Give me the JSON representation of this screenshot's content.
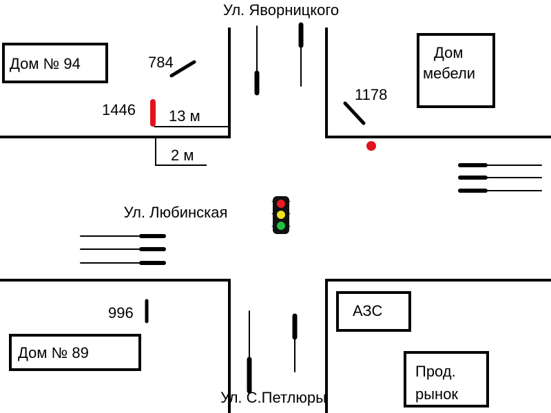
{
  "streets": {
    "north": "Ул. Яворницкого",
    "west": "Ул. Любинская",
    "south": "Ул. С.Петлюры"
  },
  "buildings": {
    "house94": "Дом № 94",
    "furniture_line1": "Дом",
    "furniture_line2": "мебели",
    "house89": "Дом № 89",
    "gas_station": "АЗС",
    "market_line1": "Прод.",
    "market_line2": "рынок"
  },
  "markers": {
    "m784": "784",
    "m1446": "1446",
    "m1178": "1178",
    "m996": "996"
  },
  "distances": {
    "d13": "13 м",
    "d2": "2 м"
  },
  "colors": {
    "red": "#e0141e",
    "light_red": "#e81c24",
    "light_yellow": "#f0e020",
    "light_green": "#20c040"
  }
}
